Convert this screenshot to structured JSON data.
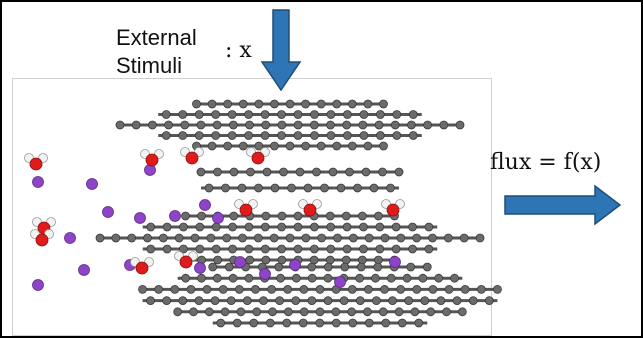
{
  "labels": {
    "stimuli_line1": "External",
    "stimuli_line2": "Stimuli",
    "stimuli_var": ": x",
    "flux_equation": "flux = f(x)"
  },
  "colors": {
    "arrow_fill": "#2e75b6",
    "arrow_stroke": "#1f4e79",
    "carbon": "#6b6b6b",
    "ion": "#8d44c7",
    "oxygen": "#e01b1b",
    "hydrogen": "#f2f2f2"
  },
  "icons": {
    "down_arrow": "down-arrow-icon",
    "right_arrow": "right-arrow-icon"
  }
}
